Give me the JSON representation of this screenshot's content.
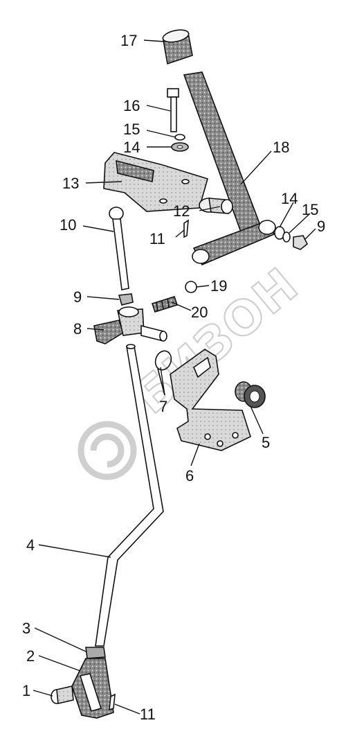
{
  "diagram": {
    "callouts": [
      {
        "id": "17",
        "label": "17"
      },
      {
        "id": "16",
        "label": "16"
      },
      {
        "id": "15a",
        "label": "15"
      },
      {
        "id": "14a",
        "label": "14"
      },
      {
        "id": "13",
        "label": "13"
      },
      {
        "id": "18",
        "label": "18"
      },
      {
        "id": "12",
        "label": "12"
      },
      {
        "id": "14b",
        "label": "14"
      },
      {
        "id": "15b",
        "label": "15"
      },
      {
        "id": "9a",
        "label": "9"
      },
      {
        "id": "10",
        "label": "10"
      },
      {
        "id": "11a",
        "label": "11"
      },
      {
        "id": "19",
        "label": "19"
      },
      {
        "id": "9b",
        "label": "9"
      },
      {
        "id": "20",
        "label": "20"
      },
      {
        "id": "8",
        "label": "8"
      },
      {
        "id": "7",
        "label": "7"
      },
      {
        "id": "5",
        "label": "5"
      },
      {
        "id": "6",
        "label": "6"
      },
      {
        "id": "4",
        "label": "4"
      },
      {
        "id": "3",
        "label": "3"
      },
      {
        "id": "2",
        "label": "2"
      },
      {
        "id": "1",
        "label": "1"
      },
      {
        "id": "11b",
        "label": "11"
      }
    ]
  },
  "watermark": {
    "text": "БИЗОН",
    "logo": "bizon-logo-icon"
  }
}
